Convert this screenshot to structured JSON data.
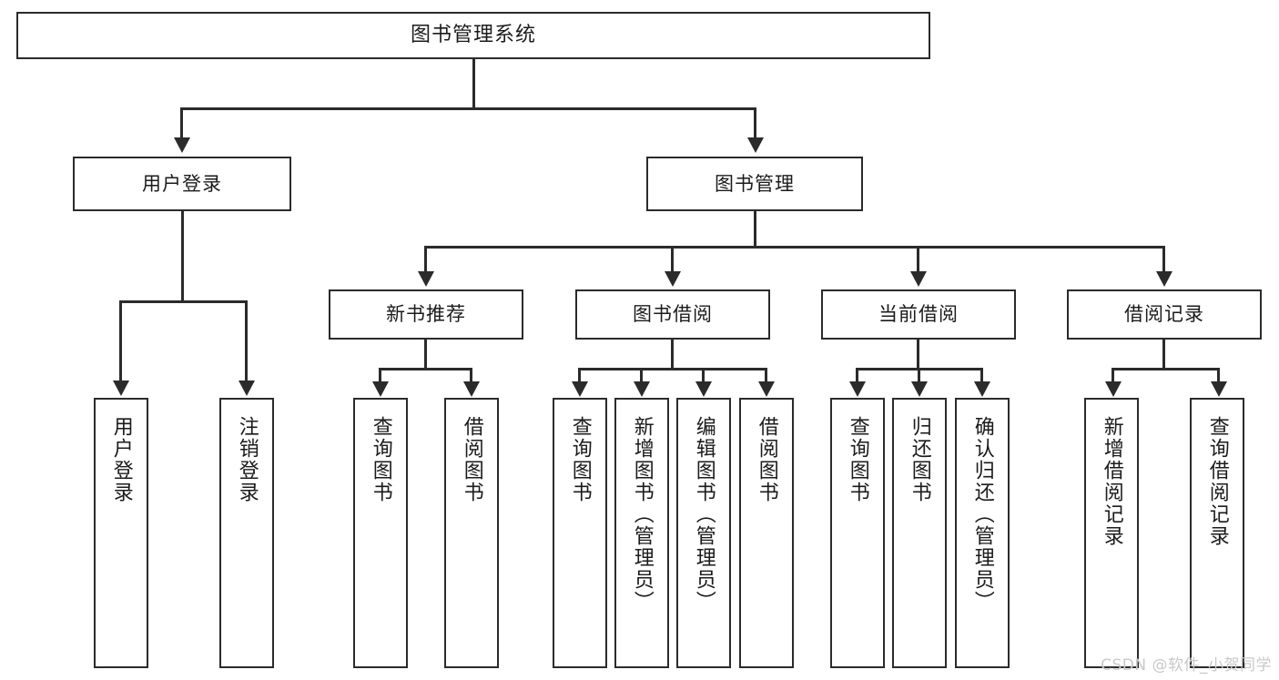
{
  "diagram": {
    "type": "tree-hierarchy",
    "title": "图书管理系统",
    "watermark": "CSDN @软件_小贺同学",
    "colors": {
      "stroke": "#2b2b2b",
      "fill": "#ffffff",
      "text": "#1b1b1b",
      "watermark": "#c9c9c9"
    },
    "nodes": {
      "root": {
        "label": "图书管理系统"
      },
      "level2": [
        {
          "id": "user-login",
          "label": "用户登录"
        },
        {
          "id": "book-manage",
          "label": "图书管理"
        }
      ],
      "level3": [
        {
          "id": "new-book-rec",
          "label": "新书推荐"
        },
        {
          "id": "book-borrow",
          "label": "图书借阅"
        },
        {
          "id": "current-borrow",
          "label": "当前借阅"
        },
        {
          "id": "borrow-record",
          "label": "借阅记录"
        }
      ],
      "leaves": [
        {
          "id": "leaf-user-login",
          "label": "用户登录",
          "parent": "user-login"
        },
        {
          "id": "leaf-logout",
          "label": "注销登录",
          "parent": "user-login"
        },
        {
          "id": "leaf-query-book-1",
          "label": "查询图书",
          "parent": "new-book-rec"
        },
        {
          "id": "leaf-borrow-book-1",
          "label": "借阅图书",
          "parent": "new-book-rec"
        },
        {
          "id": "leaf-query-book-2",
          "label": "查询图书",
          "parent": "book-borrow"
        },
        {
          "id": "leaf-add-book",
          "label": "新增图书（管理员）",
          "parent": "book-borrow"
        },
        {
          "id": "leaf-edit-book",
          "label": "编辑图书（管理员）",
          "parent": "book-borrow"
        },
        {
          "id": "leaf-borrow-book-2",
          "label": "借阅图书",
          "parent": "book-borrow"
        },
        {
          "id": "leaf-query-book-3",
          "label": "查询图书",
          "parent": "current-borrow"
        },
        {
          "id": "leaf-return-book",
          "label": "归还图书",
          "parent": "current-borrow"
        },
        {
          "id": "leaf-confirm-return",
          "label": "确认归还（管理员）",
          "parent": "current-borrow"
        },
        {
          "id": "leaf-add-record",
          "label": "新增借阅记录",
          "parent": "borrow-record"
        },
        {
          "id": "leaf-query-record",
          "label": "查询借阅记录",
          "parent": "borrow-record"
        }
      ]
    }
  }
}
